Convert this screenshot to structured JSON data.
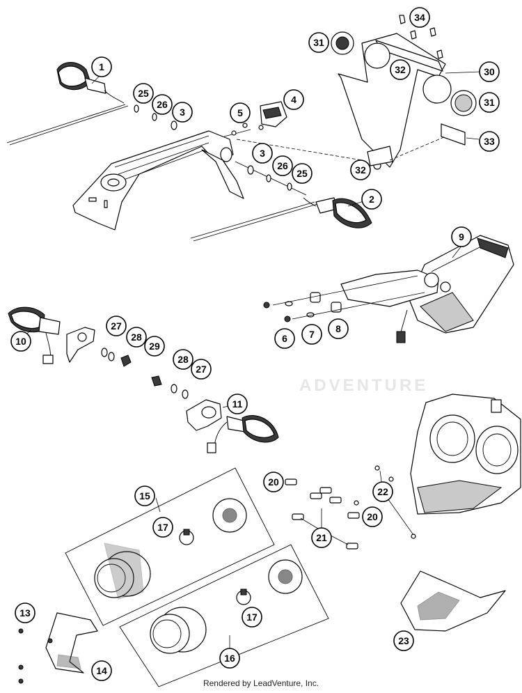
{
  "callouts": {
    "c1": "1",
    "c2": "2",
    "c3a": "3",
    "c3b": "3",
    "c4": "4",
    "c5": "5",
    "c6": "6",
    "c7": "7",
    "c8": "8",
    "c9": "9",
    "c10": "10",
    "c11": "11",
    "c13": "13",
    "c14": "14",
    "c15": "15",
    "c16": "16",
    "c17a": "17",
    "c17b": "17",
    "c20a": "20",
    "c20b": "20",
    "c21": "21",
    "c22": "22",
    "c23": "23",
    "c25a": "25",
    "c25b": "25",
    "c26a": "26",
    "c26b": "26",
    "c27a": "27",
    "c27b": "27",
    "c28a": "28",
    "c28b": "28",
    "c29": "29",
    "c30": "30",
    "c31a": "31",
    "c31b": "31",
    "c32a": "32",
    "c32b": "32",
    "c33": "33",
    "c34": "34"
  },
  "watermark": "ADVENTURE",
  "footer": "Rendered by LeadVenture, Inc."
}
